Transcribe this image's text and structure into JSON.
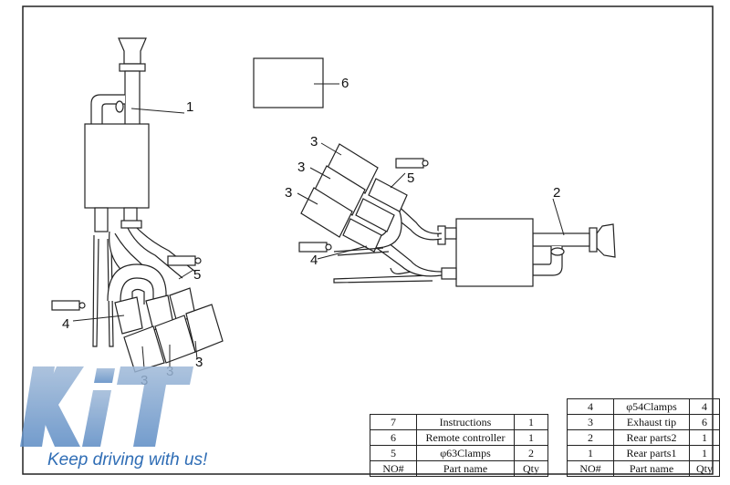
{
  "callouts": {
    "c1": "1",
    "c2": "2",
    "c3": "3",
    "c4a": "4",
    "c4b": "4",
    "c5a": "5",
    "c5b": "5",
    "c6": "6"
  },
  "parts_left": {
    "header": [
      "NO#",
      "Part name",
      "Qty"
    ],
    "rows": [
      [
        "7",
        "Instructions",
        "1"
      ],
      [
        "6",
        "Remote controller",
        "1"
      ],
      [
        "5",
        "φ63Clamps",
        "2"
      ]
    ]
  },
  "parts_right": {
    "header": [
      "NO#",
      "Part name",
      "Qty"
    ],
    "rows": [
      [
        "4",
        "φ54Clamps",
        "4"
      ],
      [
        "3",
        "Exhaust tip",
        "6"
      ],
      [
        "2",
        "Rear parts2",
        "1"
      ],
      [
        "1",
        "Rear parts1",
        "1"
      ]
    ]
  },
  "brand": {
    "logo_text": "KiT",
    "tagline": "Keep driving with us!",
    "color": "#2f6db5"
  }
}
